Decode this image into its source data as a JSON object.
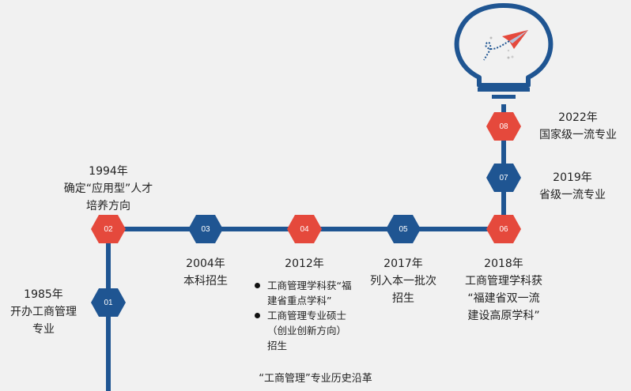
{
  "colors": {
    "blue": "#1f5592",
    "red": "#e5493c",
    "background": "#f1f1f1"
  },
  "nodes": [
    {
      "id": "01",
      "color": "blue"
    },
    {
      "id": "02",
      "color": "red"
    },
    {
      "id": "03",
      "color": "blue"
    },
    {
      "id": "04",
      "color": "red"
    },
    {
      "id": "05",
      "color": "blue"
    },
    {
      "id": "06",
      "color": "red"
    },
    {
      "id": "07",
      "color": "blue"
    },
    {
      "id": "08",
      "color": "red"
    }
  ],
  "events": {
    "e1985": {
      "year": "1985年",
      "lines": [
        "开办工商管理",
        "专业"
      ]
    },
    "e1994": {
      "year": "1994年",
      "lines": [
        "确定“应用型”人才",
        "培养方向"
      ]
    },
    "e2004": {
      "year": "2004年",
      "lines": [
        "本科招生"
      ]
    },
    "e2012": {
      "year": "2012年",
      "bullets": [
        "工商管理学科获“福建省重点学科”",
        "工商管理专业硕士（创业创新方向）招生"
      ]
    },
    "e2017": {
      "year": "2017年",
      "lines": [
        "列入本一批次",
        "招生"
      ]
    },
    "e2018": {
      "year": "2018年",
      "lines": [
        "工商管理学科获",
        "“福建省双一流",
        "建设高原学科”"
      ]
    },
    "e2019": {
      "year": "2019年",
      "lines": [
        "省级一流专业"
      ]
    },
    "e2022": {
      "year": "2022年",
      "lines": [
        "国家级一流专业"
      ]
    }
  },
  "caption": "“工商管理”专业历史沿革"
}
